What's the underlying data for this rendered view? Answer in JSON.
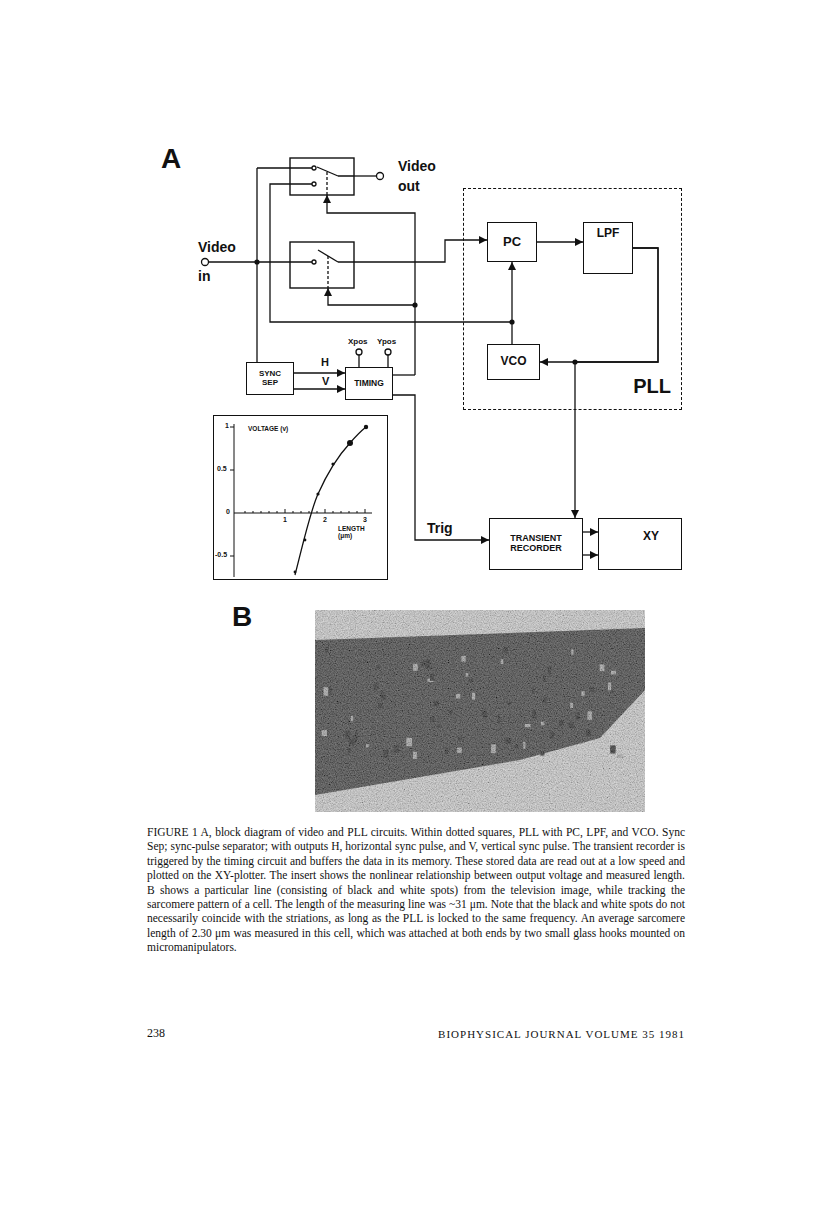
{
  "diagram": {
    "caption": "FIGURE 1 A, block diagram of video and PLL circuits. Within dotted squares, PLL with PC, LPF, and VCO. Sync Sep; sync-pulse separator; with outputs H, horizontal sync pulse, and V, vertical sync pulse. The transient recorder is triggered by the timing circuit and buffers the data in its memory. These stored data are read out at a low speed and plotted on the XY-plotter. The insert shows the nonlinear relationship between output voltage and measured length. B shows a particular line (consisting of black and white spots) from the television image, while tracking the sarcomere pattern of a cell. The length of the measuring line was ~31 μm. Note that the black and white spots do not necessarily coincide with the striations, as long as the PLL is locked to the same frequency. An average sarcomere length of 2.30 μm was measured in this cell, which was attached at both ends by two small glass hooks mounted on micromanipulators.",
    "nodes": [
      {
        "text": [
          "PLL"
        ]
      },
      {
        "text": [
          "PC"
        ],
        "in": 0
      },
      {
        "text": [
          "LPF"
        ],
        "in": 0
      },
      {
        "text": [
          "VCO"
        ],
        "in": 0
      },
      {
        "text": [
          "SYNC SEP"
        ]
      },
      {
        "text": [
          "TIMING"
        ]
      },
      {
        "text": [
          "VOLTAGE (v)",
          "LENGTH (μm)"
        ]
      },
      {
        "text": [
          "TRANSIENT RECORDER"
        ]
      },
      {
        "text": [
          "XY"
        ]
      }
    ],
    "edges": [
      {
        "from": 1,
        "to": 2,
        "arrow": "to"
      },
      {
        "from": 2,
        "to": 3,
        "arrow": "to"
      },
      {
        "from": 3,
        "to": 1,
        "arrow": "to"
      },
      {
        "from": 2,
        "to": 7,
        "arrow": "to"
      },
      {
        "from": 4,
        "to": 5,
        "label": "H",
        "arrow": "to"
      },
      {
        "from": 4,
        "to": 5,
        "label": "V",
        "arrow": "to"
      },
      {
        "from": 5,
        "to": 7,
        "label": "Trig",
        "arrow": "to"
      },
      {
        "from": 7,
        "to": 8,
        "arrow": "to"
      },
      {
        "from": 7,
        "to": 8,
        "arrow": "to"
      }
    ],
    "labels": [
      "A",
      "Video out",
      "Video in",
      "Xpos",
      "Ypos",
      "1",
      "0.5",
      "0",
      "-0.5",
      "1",
      "2",
      "3",
      "B",
      "238",
      "BIOPHYSICAL JOURNAL VOLUME 35 1981"
    ]
  }
}
